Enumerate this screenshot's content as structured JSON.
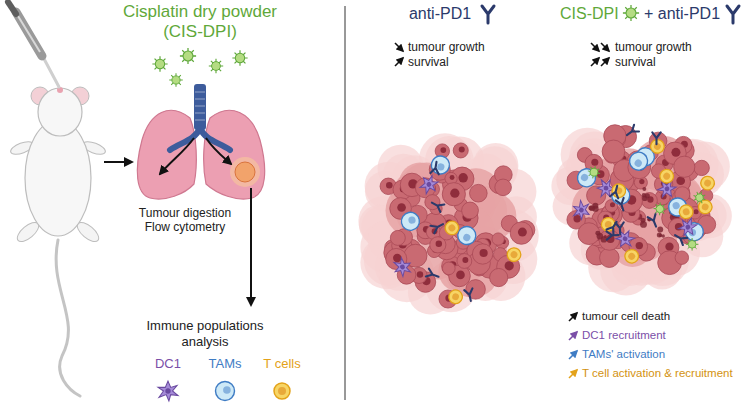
{
  "diagram": {
    "labels": [
      "Cisplatin dry powder (CIS-DPI)",
      "Tumour digestion Flow cytometry",
      "Immune populations analysis",
      "DC1",
      "TAMs",
      "T cells",
      "anti-PD1",
      "tumour growth",
      "survival",
      "CIS-DPI",
      "+ anti-PD1",
      "tumour growth",
      "survival",
      "tumour cell death",
      "DC1 recruitment",
      "TAMs' activation",
      "T cell activation & recruitment"
    ]
  }
}
